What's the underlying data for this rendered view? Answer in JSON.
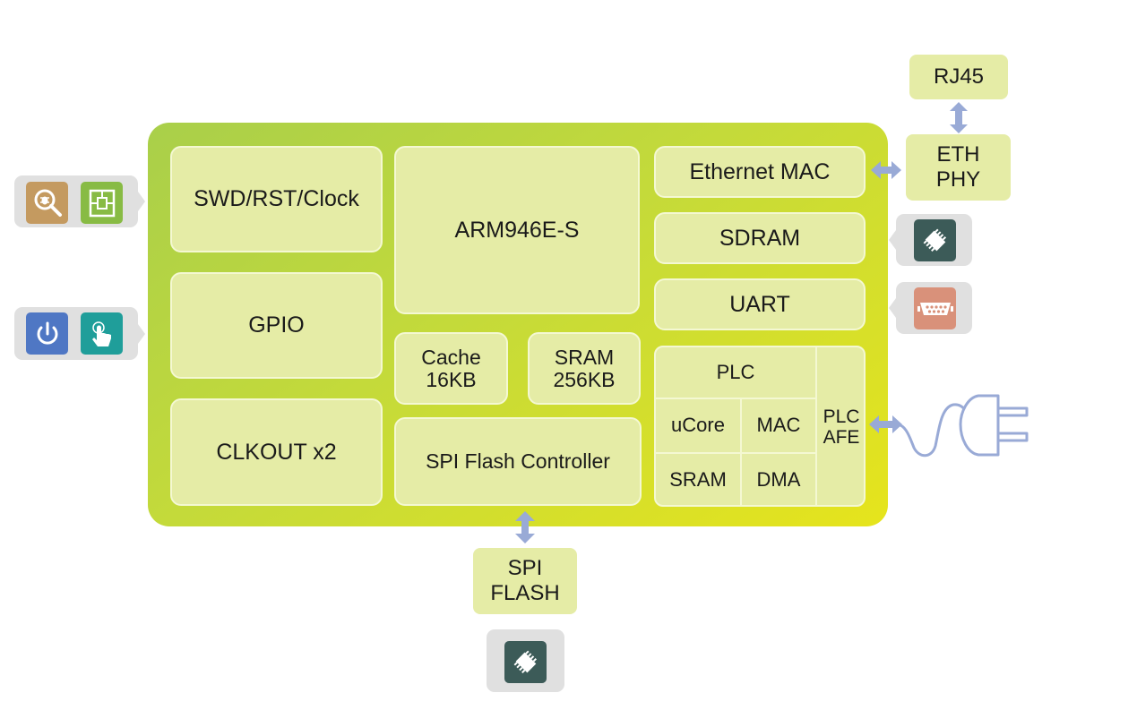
{
  "chip": {
    "blocks": {
      "swd": "SWD/RST/Clock",
      "gpio": "GPIO",
      "clkout": "CLKOUT x2",
      "cpu": "ARM946E-S",
      "cache_line1": "Cache",
      "cache_line2": "16KB",
      "sram_line1": "SRAM",
      "sram_line2": "256KB",
      "spi_ctrl": "SPI Flash Controller",
      "eth_mac": "Ethernet MAC",
      "sdram": "SDRAM",
      "uart": "UART"
    },
    "plc": {
      "title": "PLC",
      "ucore": "uCore",
      "mac": "MAC",
      "sram": "SRAM",
      "dma": "DMA",
      "afe_line1": "PLC",
      "afe_line2": "AFE"
    }
  },
  "external": {
    "rj45": "RJ45",
    "eth_phy_line1": "ETH",
    "eth_phy_line2": "PHY",
    "spi_flash_line1": "SPI",
    "spi_flash_line2": "FLASH"
  },
  "icons": {
    "debug": "bug-magnifier-icon",
    "board": "circuit-board-icon",
    "power": "power-icon",
    "touch": "touch-hand-icon",
    "sdram_chip": "memory-chip-icon",
    "serial": "serial-port-icon",
    "plug": "power-plug-icon",
    "flash_chip": "flash-chip-icon"
  },
  "colors": {
    "chip_gradient_start": "#a9cf4a",
    "chip_gradient_end": "#e6e41c",
    "block_fill": "#e5eca6",
    "arrow": "#99aad6",
    "icon_debug": "#c49a60",
    "icon_board": "#88bb44",
    "icon_power": "#4f77c4",
    "icon_touch": "#1f9e9a",
    "icon_chip": "#3c5b58",
    "icon_serial": "#d9917a"
  }
}
